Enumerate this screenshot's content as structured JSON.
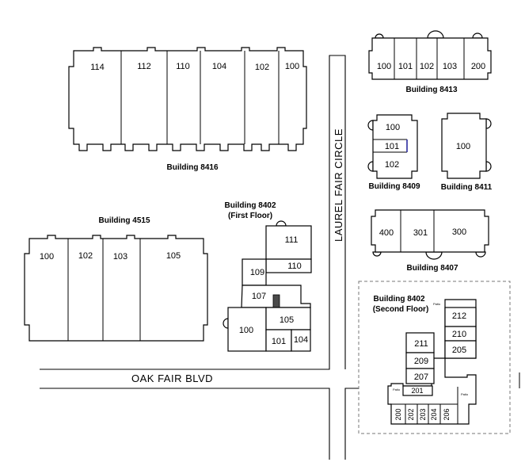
{
  "roads": {
    "oak_fair": "OAK FAIR BLVD",
    "laurel_fair": "LAUREL FAIR CIRCLE"
  },
  "buildings": {
    "b8416": {
      "caption": "Building 8416",
      "units": [
        "114",
        "112",
        "110",
        "104",
        "102",
        "100"
      ]
    },
    "b8413": {
      "caption": "Building 8413",
      "units": [
        "100",
        "101",
        "102",
        "103",
        "200"
      ]
    },
    "b8409": {
      "caption": "Building 8409",
      "units": [
        "100",
        "101",
        "102"
      ]
    },
    "b8411": {
      "caption": "Building 8411",
      "units": [
        "100"
      ]
    },
    "b8407": {
      "caption": "Building 8407",
      "units": [
        "400",
        "301",
        "300"
      ]
    },
    "b4515": {
      "caption": "Building 4515",
      "units": [
        "100",
        "102",
        "103",
        "105"
      ]
    },
    "b8402_first": {
      "caption_line1": "Building 8402",
      "caption_line2": "(First Floor)",
      "units": [
        "111",
        "110",
        "109",
        "107",
        "105",
        "100",
        "101",
        "104"
      ]
    },
    "b8402_second": {
      "caption_line1": "Building 8402",
      "caption_line2": "(Second Floor)",
      "units": [
        "212",
        "210",
        "205",
        "211",
        "209",
        "207",
        "201",
        "200",
        "202",
        "203",
        "204",
        "206"
      ],
      "patio_label": "Patio"
    }
  }
}
